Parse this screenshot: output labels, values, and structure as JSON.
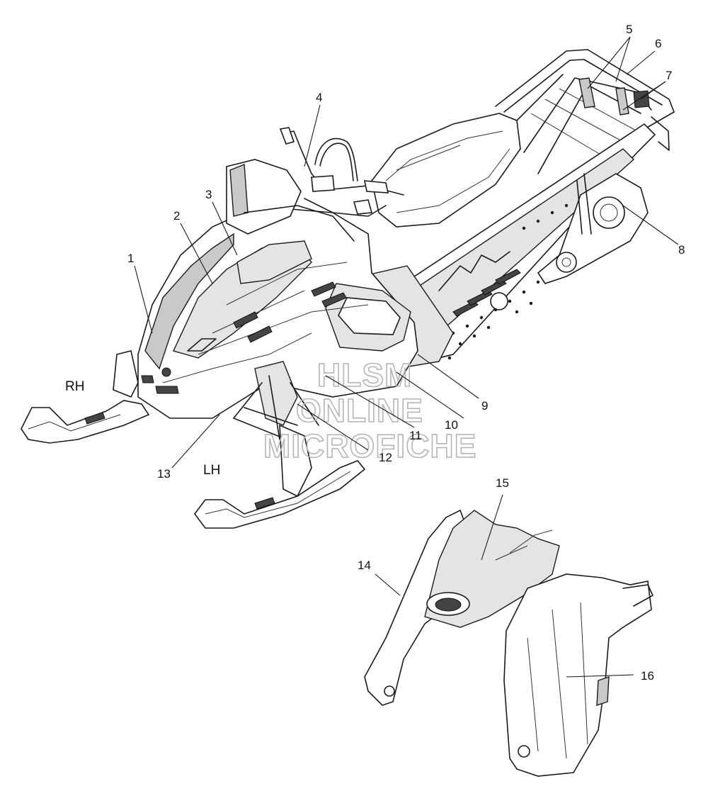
{
  "callouts": [
    {
      "id": "c1",
      "label": "1"
    },
    {
      "id": "c2",
      "label": "2"
    },
    {
      "id": "c3",
      "label": "3"
    },
    {
      "id": "c4",
      "label": "4"
    },
    {
      "id": "c5",
      "label": "5"
    },
    {
      "id": "c6",
      "label": "6"
    },
    {
      "id": "c7",
      "label": "7"
    },
    {
      "id": "c8",
      "label": "8"
    },
    {
      "id": "c9",
      "label": "9"
    },
    {
      "id": "c10",
      "label": "10"
    },
    {
      "id": "c11",
      "label": "11"
    },
    {
      "id": "c12",
      "label": "12"
    },
    {
      "id": "c13",
      "label": "13"
    },
    {
      "id": "c14",
      "label": "14"
    },
    {
      "id": "c15",
      "label": "15"
    },
    {
      "id": "c16",
      "label": "16"
    }
  ],
  "side_labels": {
    "right": "RH",
    "left": "LH"
  },
  "watermark": {
    "line1": "HLSM",
    "line2": "ONLINE",
    "line3": "MICROFICHE"
  }
}
